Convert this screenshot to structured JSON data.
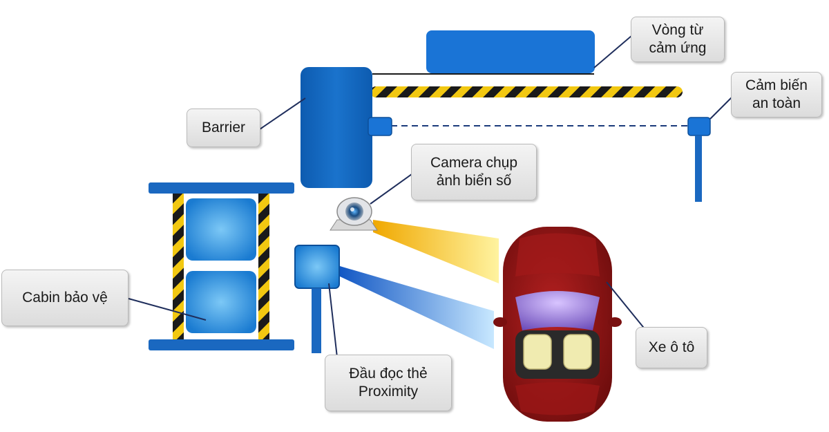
{
  "labels": {
    "vong_tu": [
      "Vòng từ",
      "cảm ứng"
    ],
    "cam_bien": [
      "Cảm biến",
      "an toàn"
    ],
    "barrier": [
      "Barrier"
    ],
    "camera": [
      "Camera chụp",
      "ảnh biển số"
    ],
    "cabin": [
      "Cabin bảo vệ"
    ],
    "dau_doc": [
      "Đầu đọc thẻ",
      "Proximity"
    ],
    "xe": [
      "Xe ô tô"
    ]
  },
  "colors": {
    "device_blue": "#1068c0",
    "light_blue": "#3aa0e6",
    "stripe_yellow": "#f2c811",
    "stripe_black": "#1a1a1a",
    "car_red": "#8e1414",
    "leader_line": "#1f2e5c",
    "camera_beam": "#f0b400",
    "reader_beam": "#1c6fd0"
  }
}
